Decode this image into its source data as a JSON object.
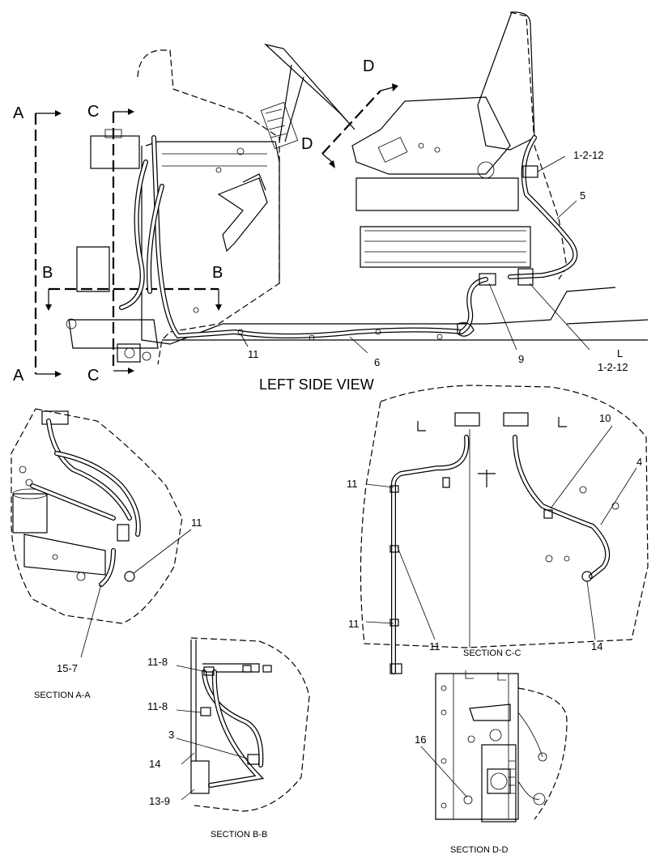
{
  "main_view": {
    "title": "LEFT SIDE VIEW",
    "section_letters": {
      "a_top": "A",
      "a_bottom": "A",
      "b_left": "B",
      "b_right": "B",
      "c_top": "C",
      "c_bottom": "C",
      "d_top": "D",
      "d_bottom": "D"
    },
    "callouts": {
      "c1": "1-2-12",
      "c2": "5",
      "c3": "9",
      "c4": "1-2-12",
      "c5": "11",
      "c6": "6",
      "c7": "L"
    }
  },
  "section_a": {
    "caption": "SECTION A-A",
    "callouts": {
      "c1": "11",
      "c2": "15-7"
    }
  },
  "section_b": {
    "caption": "SECTION B-B",
    "callouts": {
      "c1": "11-8",
      "c2": "11-8",
      "c3": "3",
      "c4": "14",
      "c5": "13-9"
    }
  },
  "section_c": {
    "caption": "SECTION C-C",
    "callouts": {
      "c1": "10",
      "c2": "4",
      "c3": "11",
      "c4": "11",
      "c5": "11",
      "c6": "14"
    }
  },
  "section_d": {
    "caption": "SECTION D-D",
    "callouts": {
      "c1": "16"
    }
  }
}
